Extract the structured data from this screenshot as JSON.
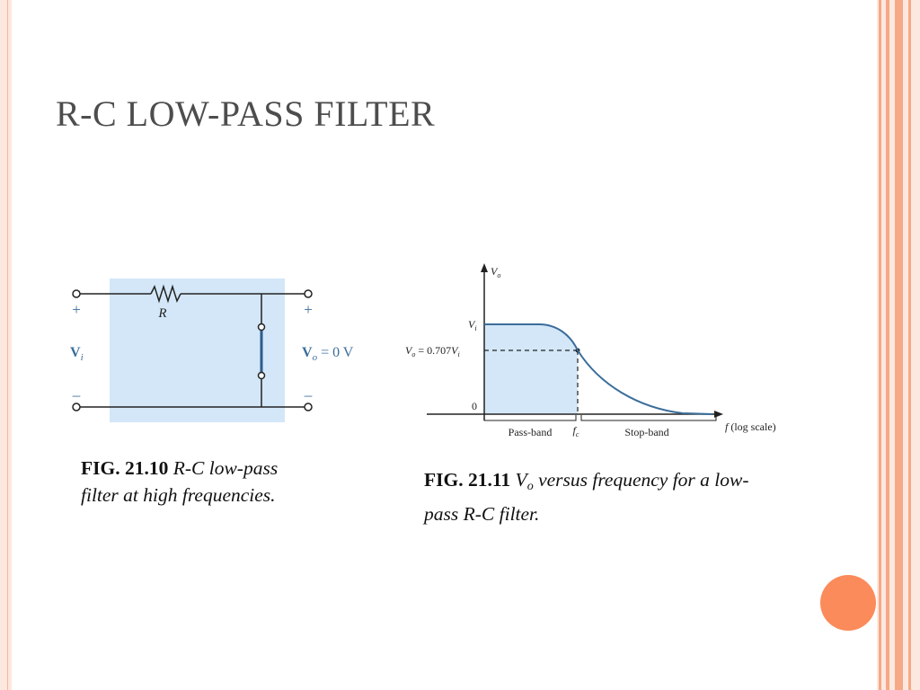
{
  "slide": {
    "title": "R-C LOW-PASS FILTER"
  },
  "fig_21_10": {
    "resistor_label": "R",
    "plus_left": "+",
    "plus_right": "+",
    "minus_left": "–",
    "minus_right": "–",
    "input_label": "V",
    "input_sub": "i",
    "output_label": "V",
    "output_sub": "o",
    "output_value": " = 0 V",
    "caption_bold": "FIG. 21.10 ",
    "caption_italic": "R-C low-pass filter at high frequencies."
  },
  "fig_21_11": {
    "y_axis_label": "V",
    "y_axis_sub": "o",
    "tick_vi": "V",
    "tick_vi_sub": "i",
    "tick_half_pre": "V",
    "tick_half_sub": "o",
    "tick_half_mid": " = 0.707",
    "tick_half_v": "V",
    "tick_half_vsub": "i",
    "tick_zero": "0",
    "pass_band": "Pass-band",
    "stop_band": "Stop-band",
    "fc": "f",
    "fc_sub": "c",
    "x_axis_f": "f",
    "x_axis_scale": " (log scale)",
    "caption_bold": "FIG. 21.11 ",
    "caption_v": "V",
    "caption_v_sub": "o",
    "caption_rest": " versus frequency for a low-pass R-C filter."
  },
  "colors": {
    "accent": "#fb8b5a",
    "frame": "#fce8de",
    "stripe": "#f6a987",
    "fill_blue": "#d3e7f8",
    "curve_blue": "#3a6d9a"
  }
}
